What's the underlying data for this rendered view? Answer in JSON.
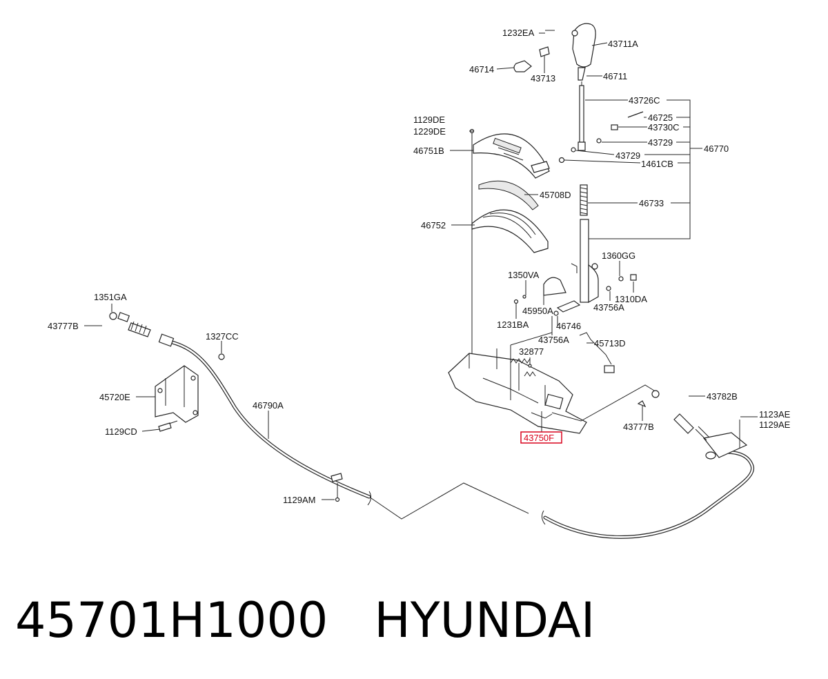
{
  "caption": {
    "part_number": "45701H1000",
    "brand": "HYUNDAI"
  },
  "highlight_color": "#d9001b",
  "callouts": {
    "c1232EA": "1232EA",
    "c43711A": "43711A",
    "c46714": "46714",
    "c43713": "43713",
    "c46711": "46711",
    "c43726C": "43726C",
    "c46725": "46725",
    "c43730C": "43730C",
    "c43729a": "43729",
    "c43729b": "43729",
    "c1461CB": "1461CB",
    "c46770": "46770",
    "c1129DE": "1129DE",
    "c1229DE": "1229DE",
    "c46751B": "46751B",
    "c45708D": "45708D",
    "c46733": "46733",
    "c46752": "46752",
    "c1360GG": "1360GG",
    "c1350VA": "1350VA",
    "c45950A": "45950A",
    "c43756Aa": "43756A",
    "c1310DA": "1310DA",
    "c1231BA": "1231BA",
    "c46746": "46746",
    "c43756Ab": "43756A",
    "c45713D": "45713D",
    "c32877": "32877",
    "c43782B": "43782B",
    "c1123AE": "1123AE",
    "c1129AE": "1129AE",
    "c43777Ba": "43777B",
    "c43777Bb": "43777B",
    "c43750F": "43750F",
    "c1351GA": "1351GA",
    "c1327CC": "1327CC",
    "c45720E": "45720E",
    "c46790A": "46790A",
    "c1129CD": "1129CD",
    "c1129AM": "1129AM"
  }
}
